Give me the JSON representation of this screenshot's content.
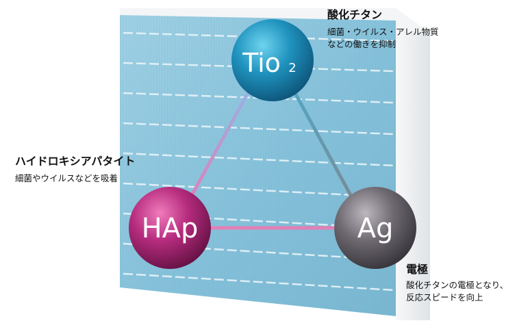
{
  "spheres": {
    "tio2": {
      "text": "Tio",
      "subscript": "2",
      "color": "#1e8fb8"
    },
    "hap": {
      "text": "HAp",
      "color": "#b22d7c"
    },
    "ag": {
      "text": "Ag",
      "color": "#6f6a72"
    }
  },
  "labels": {
    "tio2": {
      "title": "酸化チタン",
      "lines": [
        "細菌・ウイルス・アレル物質",
        "などの働きを抑制"
      ]
    },
    "hap": {
      "title": "ハイドロキシアパタイト",
      "lines": [
        "細菌やウイルスなどを吸着"
      ]
    },
    "ag": {
      "title": "電極",
      "lines": [
        "酸化チタンの電極となり、",
        "反応スピードを向上"
      ]
    }
  },
  "colors": {
    "filter_mesh": "#8fc6dc",
    "filter_frame": "#eef0f2",
    "text": "#111111"
  }
}
